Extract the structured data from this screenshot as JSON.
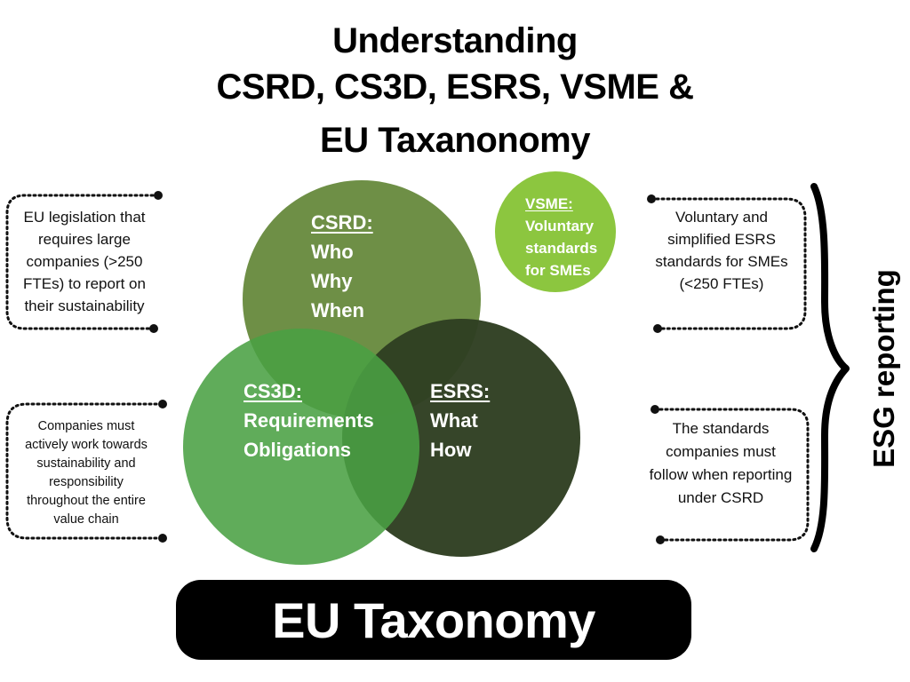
{
  "title": {
    "line1": "Understanding",
    "line2": "CSRD, CS3D, ESRS, VSME &",
    "line3": "EU Taxanonomy"
  },
  "colors": {
    "csrd": "#6e8f46",
    "cs3d": "#4aa043",
    "esrs": "#2f3f22",
    "vsme": "#8cc63f",
    "banner": "#000000"
  },
  "circles": {
    "csrd": {
      "heading": "CSRD:",
      "lines": [
        "Who",
        "Why",
        "When"
      ]
    },
    "cs3d": {
      "heading": "CS3D:",
      "lines": [
        "Requirements",
        "Obligations"
      ]
    },
    "esrs": {
      "heading": "ESRS:",
      "lines": [
        "What",
        "How"
      ]
    },
    "vsme": {
      "heading": "VSME:",
      "lines": [
        "Voluntary",
        "standards",
        "for SMEs"
      ]
    }
  },
  "notes": {
    "csrd": [
      "EU legislation that",
      "requires large",
      "companies (>250",
      "FTEs) to report on",
      "their sustainability"
    ],
    "cs3d": [
      "Companies must",
      "actively work towards",
      "sustainability and",
      "responsibility",
      "throughout the entire",
      "value chain"
    ],
    "vsme": [
      "Voluntary and",
      "simplified ESRS",
      "standards for SMEs",
      "(<250 FTEs)"
    ],
    "esrs": [
      "The standards",
      "companies must",
      "follow when reporting",
      "under CSRD"
    ]
  },
  "bracket_label": "ESG reporting",
  "banner": {
    "label": "EU Taxonomy"
  }
}
